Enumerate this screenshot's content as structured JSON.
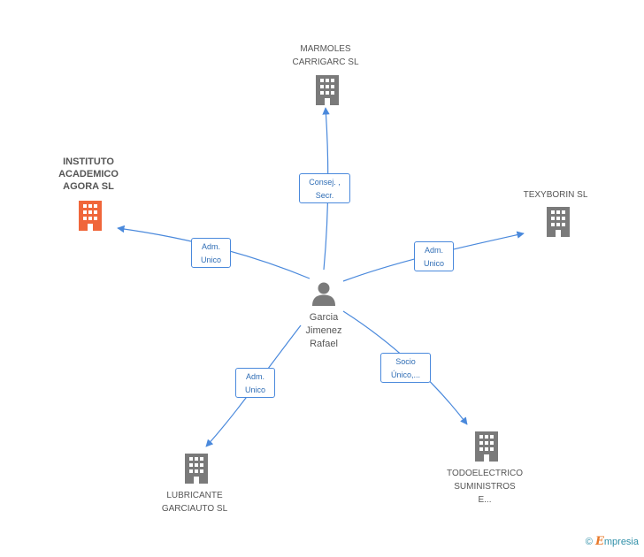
{
  "center": {
    "label": "Garcia\nJimenez\nRafael",
    "icon": "person-icon"
  },
  "nodes": [
    {
      "id": "marmoles",
      "label": "MARMOLES\nCARRIGARC SL",
      "icon": "building-icon",
      "color": "#7a7a7a"
    },
    {
      "id": "instituto",
      "label": "INSTITUTO\nACADEMICO\nAGORA SL",
      "icon": "building-icon",
      "color": "#f0663a",
      "highlight": true
    },
    {
      "id": "texyborin",
      "label": "TEXYBORIN SL",
      "icon": "building-icon",
      "color": "#7a7a7a"
    },
    {
      "id": "lubricante",
      "label": "LUBRICANTE\nGARCIAUTO SL",
      "icon": "building-icon",
      "color": "#7a7a7a"
    },
    {
      "id": "todoelectrico",
      "label": "TODOELECTRICO\nSUMINISTROS\nE...",
      "icon": "building-icon",
      "color": "#7a7a7a"
    }
  ],
  "edges": [
    {
      "to": "marmoles",
      "label": "Consej. ,\nSecr."
    },
    {
      "to": "instituto",
      "label": "Adm.\nUnico"
    },
    {
      "to": "texyborin",
      "label": "Adm.\nUnico"
    },
    {
      "to": "lubricante",
      "label": "Adm.\nUnico"
    },
    {
      "to": "todoelectrico",
      "label": "Socio\nÚnico,..."
    }
  ],
  "colors": {
    "edge": "#4a89dc",
    "building": "#7a7a7a",
    "building_highlight": "#f0663a",
    "person": "#7a7a7a"
  },
  "footer": {
    "copyright": "©",
    "brand_initial": "E",
    "brand_rest": "mpresia"
  }
}
